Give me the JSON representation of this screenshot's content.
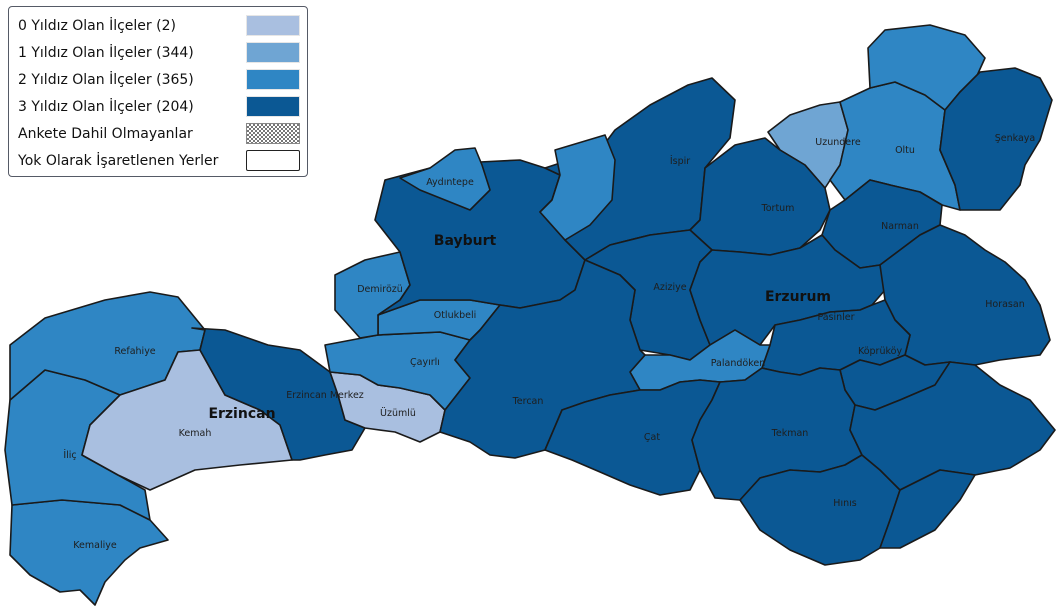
{
  "colors": {
    "level0": "#a9bfe0",
    "level1": "#6fa5d3",
    "level2": "#2f86c4",
    "level3": "#0b5894"
  },
  "legend": {
    "items": [
      {
        "label": "0 Yıldız Olan İlçeler (2)",
        "swatch": "level0"
      },
      {
        "label": "1 Yıldız Olan İlçeler (344)",
        "swatch": "level1"
      },
      {
        "label": "2 Yıldız Olan İlçeler (365)",
        "swatch": "level2"
      },
      {
        "label": "3 Yıldız Olan İlçeler (204)",
        "swatch": "level3"
      },
      {
        "label": "Ankete Dahil Olmayanlar",
        "swatch": "hatched"
      },
      {
        "label": "Yok Olarak İşaretlenen Yerler",
        "swatch": "outline"
      }
    ]
  },
  "provinces": [
    "Bayburt",
    "Erzincan",
    "Erzurum"
  ],
  "districts": [
    {
      "name": "Refahiye",
      "level": 2
    },
    {
      "name": "İliç",
      "level": 2
    },
    {
      "name": "Kemaliye",
      "level": 2
    },
    {
      "name": "Kemah",
      "level": 0
    },
    {
      "name": "Erzincan Merkez",
      "level": 3
    },
    {
      "name": "Üzümlü",
      "level": 0
    },
    {
      "name": "Çayırlı",
      "level": 2
    },
    {
      "name": "Otlukbeli",
      "level": 2
    },
    {
      "name": "Demirözü",
      "level": 2
    },
    {
      "name": "Aydıntepe",
      "level": 2
    },
    {
      "name": "Bayburt",
      "level": 3
    },
    {
      "name": "İspir",
      "level": 3
    },
    {
      "name": "Uzundere",
      "level": 1
    },
    {
      "name": "Oltu",
      "level": 2
    },
    {
      "name": "Şenkaya",
      "level": 3
    },
    {
      "name": "Tortum",
      "level": 3
    },
    {
      "name": "Narman",
      "level": 3
    },
    {
      "name": "Aziziye",
      "level": 3
    },
    {
      "name": "Pasinler",
      "level": 3
    },
    {
      "name": "Horasan",
      "level": 3
    },
    {
      "name": "Köprüköy",
      "level": 3
    },
    {
      "name": "Palandöken",
      "level": 2
    },
    {
      "name": "Tercan",
      "level": 3
    },
    {
      "name": "Çat",
      "level": 3
    },
    {
      "name": "Tekman",
      "level": 3
    },
    {
      "name": "Hınıs",
      "level": 3
    }
  ]
}
